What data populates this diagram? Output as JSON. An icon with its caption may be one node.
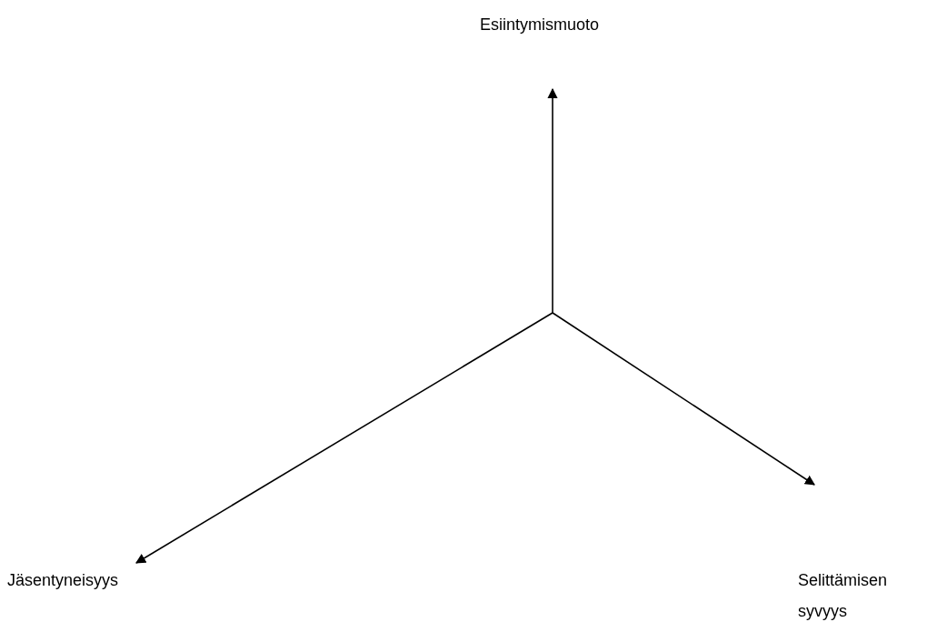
{
  "diagram": {
    "nodes": [
      {
        "text": [
          "Esiintymismuoto"
        ]
      },
      {
        "text": [
          "Jäsentyneisyys"
        ]
      },
      {
        "text": [
          "Selittämisen syvyys"
        ]
      }
    ],
    "edges": [
      {
        "from": null,
        "to": 0,
        "arrow": "to"
      },
      {
        "from": null,
        "to": 1,
        "arrow": "to"
      },
      {
        "from": null,
        "to": 2,
        "arrow": "to"
      }
    ]
  }
}
